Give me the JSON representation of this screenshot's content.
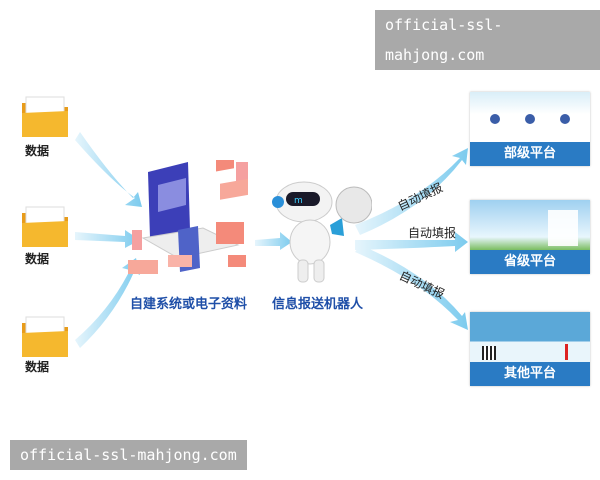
{
  "watermarks": [
    "official-ssl-mahjong.com",
    "official-ssl-mahjong.com"
  ],
  "sources": [
    {
      "label": "数据"
    },
    {
      "label": "数据"
    },
    {
      "label": "数据"
    }
  ],
  "system_caption": "自建系统或电子资料",
  "robot_caption": "信息报送机器人",
  "auto_labels": [
    "自动填报",
    "自动填报",
    "自动填报"
  ],
  "platforms": [
    {
      "label": "部级平台"
    },
    {
      "label": "省级平台"
    },
    {
      "label": "其他平台"
    }
  ],
  "colors": {
    "accent": "#2a7bc4",
    "caption": "#1f4fa8",
    "arrow": "#9fd6ef",
    "folder": "#f5b82e"
  }
}
